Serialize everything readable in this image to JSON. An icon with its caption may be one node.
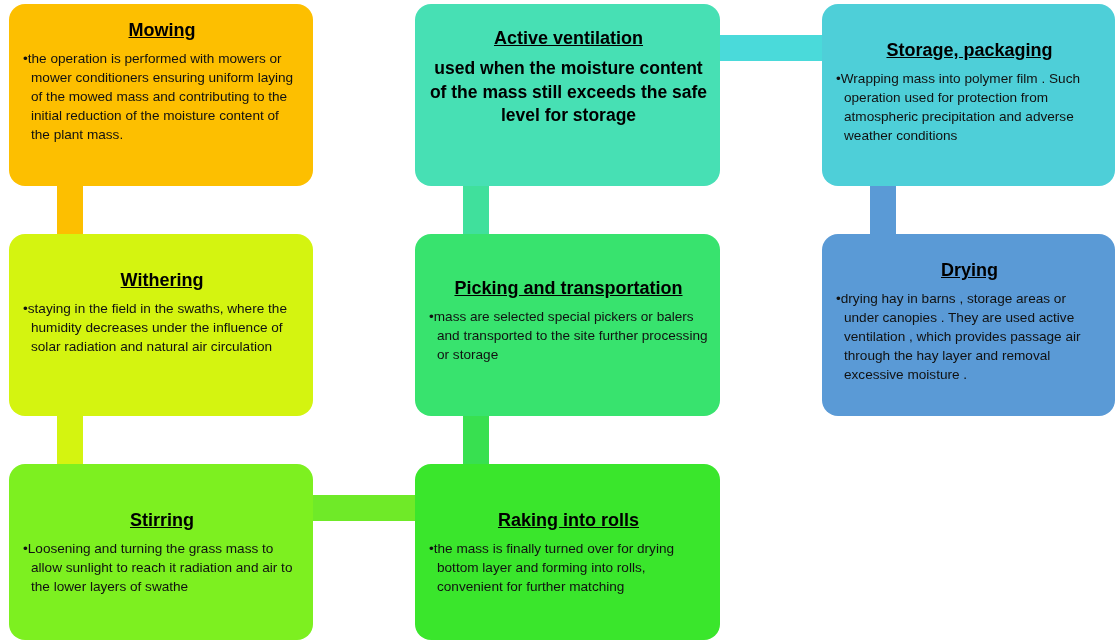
{
  "diagram": {
    "nodes": [
      {
        "text": [
          "Mowing",
          "•the operation is performed with mowers or mower conditioners ensuring uniform laying of the mowed mass and contributing to the initial reduction of the moisture content of the plant mass."
        ]
      },
      {
        "text": [
          "Withering",
          "•staying in the field in the swaths, where the humidity decreases under the influence of solar radiation and natural air circulation"
        ]
      },
      {
        "text": [
          "Stirring",
          "•Loosening and turning the grass mass to allow sunlight to reach it radiation and air to the lower layers of swathe"
        ]
      },
      {
        "text": [
          "Raking into rolls",
          "•the mass is finally turned over for drying bottom layer and forming into rolls, convenient for further matching"
        ]
      },
      {
        "text": [
          "Picking and transportation",
          "•mass are selected special pickers or balers and transported to the site further processing or storage"
        ]
      },
      {
        "text": [
          "Active ventilation",
          "used when the moisture content of the mass still exceeds the safe level for storage"
        ]
      },
      {
        "text": [
          "Storage, packaging",
          "•Wrapping mass into polymer film . Such operation used for protection from atmospheric precipitation and adverse weather conditions"
        ]
      },
      {
        "text": [
          "Drying",
          "•drying hay in barns , storage areas or under canopies . They are used active ventilation , which provides passage air through the hay layer and removal excessive moisture ."
        ]
      }
    ],
    "edges": [
      {
        "from": 0,
        "to": 1,
        "arrow": "none",
        "color": "#fdbf00"
      },
      {
        "from": 1,
        "to": 2,
        "arrow": "none",
        "color": "#d4f410"
      },
      {
        "from": 2,
        "to": 3,
        "arrow": "none",
        "color": "#6fea28"
      },
      {
        "from": 3,
        "to": 4,
        "arrow": "none",
        "color": "#38e050"
      },
      {
        "from": 4,
        "to": 5,
        "arrow": "none",
        "color": "#40e09c"
      },
      {
        "from": 5,
        "to": 6,
        "arrow": "none",
        "color": "#4adada"
      },
      {
        "from": 6,
        "to": 7,
        "arrow": "none",
        "color": "#5a9ad6"
      }
    ]
  }
}
